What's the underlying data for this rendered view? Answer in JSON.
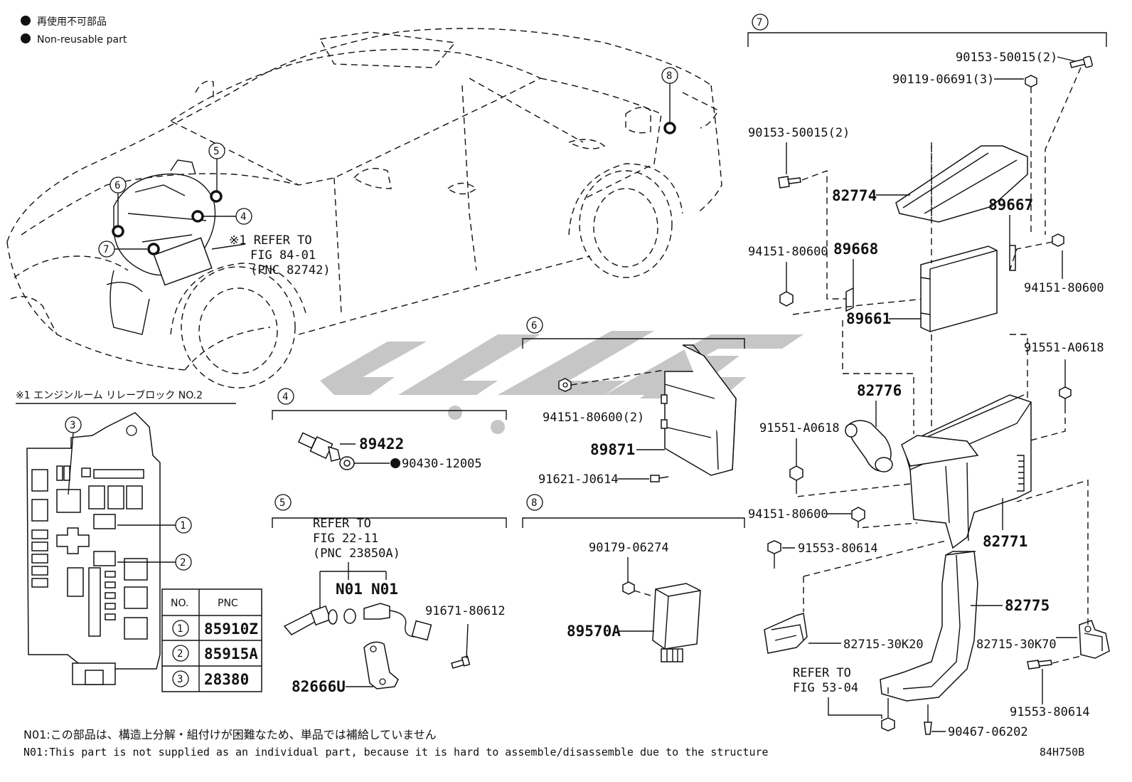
{
  "legend": {
    "jp": "再使用不可部品",
    "en": "Non-reusable part"
  },
  "reference_note": {
    "line1": "※1 REFER TO",
    "line2": "FIG 84-01",
    "line3": "(PNC 82742)"
  },
  "relay_block": {
    "title": "※1 エンジンルーム リレーブロック NO.2",
    "table_headers": [
      "NO.",
      "PNC"
    ],
    "rows": [
      {
        "no": "1",
        "pnc": "85910Z"
      },
      {
        "no": "2",
        "pnc": "85915A"
      },
      {
        "no": "3",
        "pnc": "28380"
      }
    ],
    "callouts": [
      "1",
      "2",
      "3"
    ]
  },
  "car_callouts": [
    "5",
    "6",
    "4",
    "7",
    "8"
  ],
  "group4": {
    "tag": "4",
    "parts": [
      "89422",
      "90430-12005"
    ]
  },
  "group5": {
    "tag": "5",
    "refer": [
      "REFER TO",
      "FIG 22-11",
      "(PNC 23850A)"
    ],
    "parts": [
      "N01",
      "N01",
      "91671-80612",
      "82666U"
    ]
  },
  "group6": {
    "tag": "6",
    "parts": [
      "94151-80600(2)",
      "89871",
      "91621-J0614"
    ]
  },
  "group8": {
    "tag": "8",
    "parts": [
      "90179-06274",
      "89570A"
    ]
  },
  "group7": {
    "tag": "7",
    "parts": {
      "p1": "90153-50015(2)",
      "p2": "90119-06691(3)",
      "p3": "90153-50015(2)",
      "p4": "82774",
      "p5": "89667",
      "p6": "94151-80600",
      "p7": "89668",
      "p8": "94151-80600",
      "p9": "89661",
      "p10": "91551-A0618",
      "p11": "82776",
      "p12": "91551-A0618",
      "p13": "94151-80600",
      "p14": "91553-80614",
      "p15": "82771",
      "p16": "82775",
      "p17": "82715-30K20",
      "p18": "82715-30K70",
      "p19": "91553-80614",
      "p20": "90467-06202"
    },
    "refer": [
      "REFER TO",
      "FIG 53-04"
    ]
  },
  "footer": {
    "note_jp": "N01:この部品は、構造上分解・組付けが困難なため、単品では補給していません",
    "note_en": "N01:This part is not supplied as an individual part, because it is hard to assemble/disassemble due to the structure",
    "code": "84H750B"
  }
}
